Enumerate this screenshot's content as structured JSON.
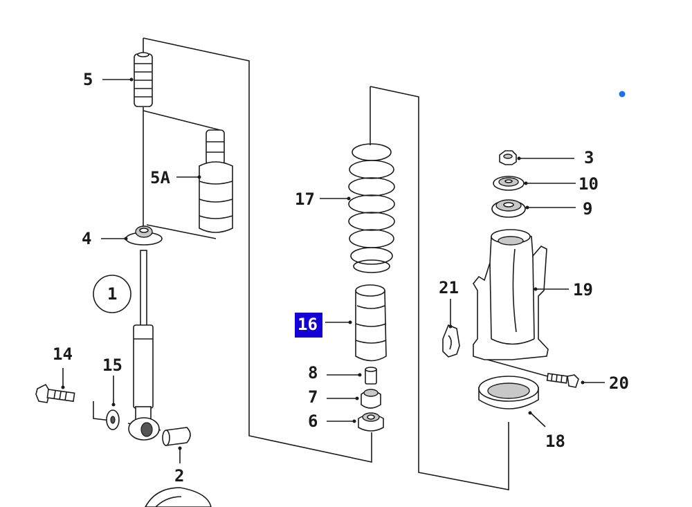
{
  "colors": {
    "ink": "#1a1a1a",
    "highlight": "#1400d6",
    "dot": "#1a73e8",
    "shading": "#c8c8c8"
  },
  "labels": {
    "p1": "1",
    "p2": "2",
    "p3": "3",
    "p4": "4",
    "p5": "5",
    "p5a": "5A",
    "p6": "6",
    "p7": "7",
    "p8": "8",
    "p9": "9",
    "p10": "10",
    "p14": "14",
    "p15": "15",
    "p16": "16",
    "p17": "17",
    "p18": "18",
    "p19": "19",
    "p20": "20",
    "p21": "21"
  },
  "selected_part": "16",
  "icons": {
    "marker": "blue-dot-icon"
  }
}
